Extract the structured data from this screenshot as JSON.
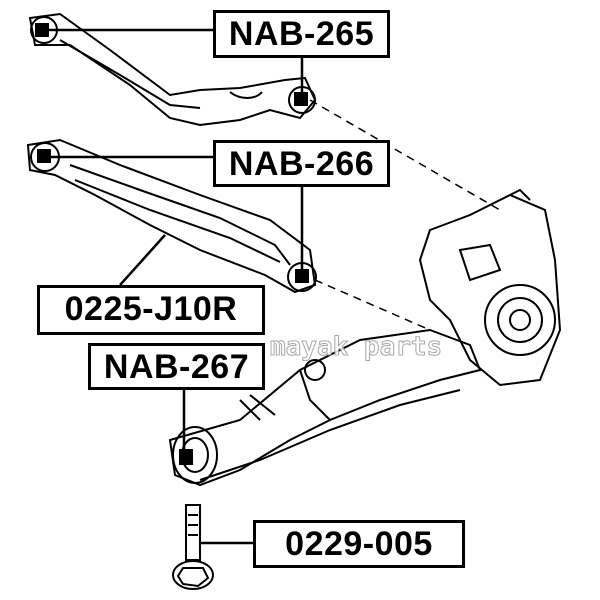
{
  "labels": {
    "nab265": "NAB-265",
    "nab266": "NAB-266",
    "j10r": "0225-J10R",
    "nab267": "NAB-267",
    "bolt": "0229-005"
  },
  "watermark": "mayak parts"
}
